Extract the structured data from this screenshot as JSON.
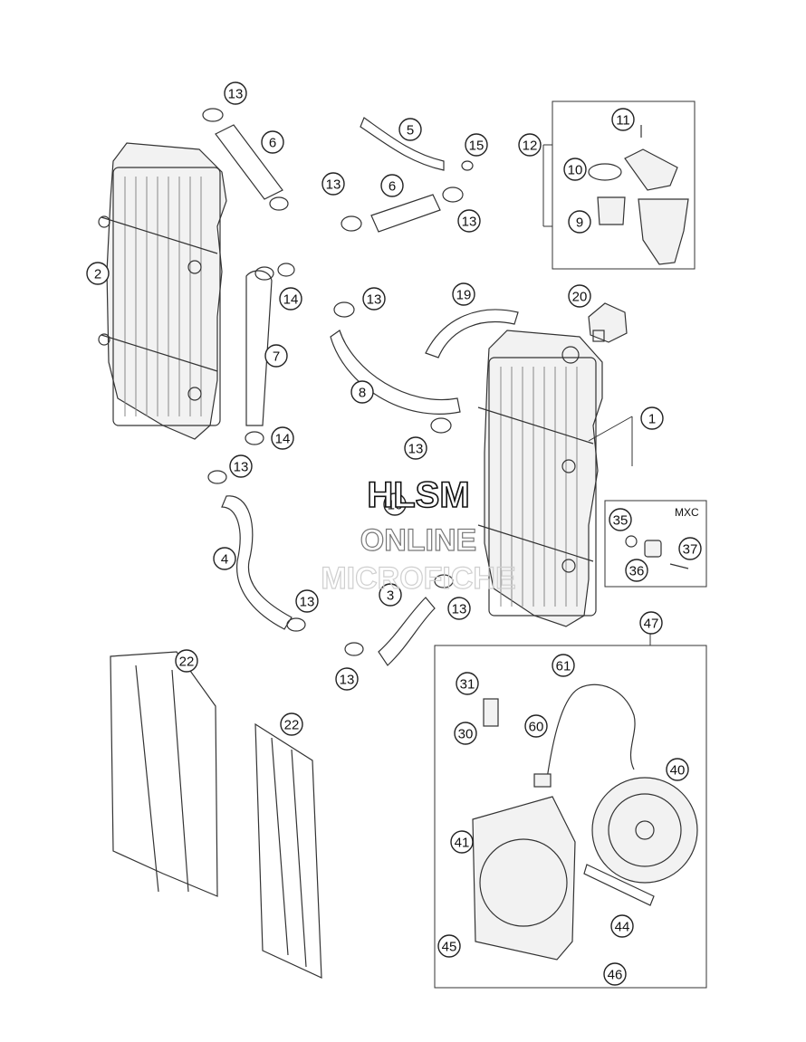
{
  "diagram": {
    "callouts": [
      "13",
      "6",
      "5",
      "15",
      "12",
      "11",
      "10",
      "9",
      "2",
      "13",
      "6",
      "13",
      "14",
      "13",
      "19",
      "20",
      "7",
      "8",
      "1",
      "14",
      "13",
      "13",
      "16",
      "35",
      "37",
      "36",
      "4",
      "13",
      "3",
      "13",
      "13",
      "47",
      "22",
      "61",
      "31",
      "60",
      "30",
      "22",
      "40",
      "41",
      "44",
      "45",
      "46"
    ],
    "box_label_mxc": "MXC"
  },
  "watermark": {
    "line1": "HLSM",
    "line2": "ONLINE",
    "line3": "MICROFICHE"
  }
}
